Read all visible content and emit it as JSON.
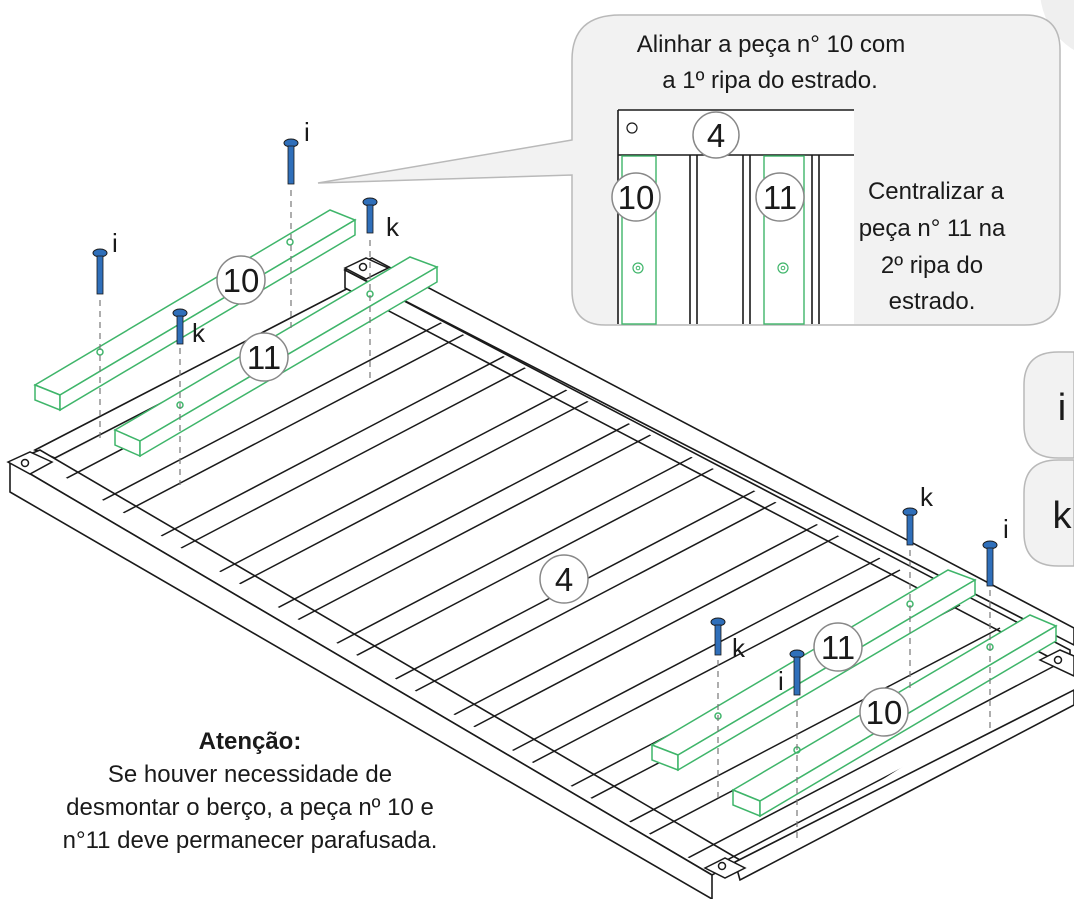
{
  "callout": {
    "text_line1": "Alinhar a peça n° 10 com",
    "text_line2": "a 1º ripa do estrado.",
    "center_line1": "Centralizar a",
    "center_line2": "peça n° 11 na",
    "center_line3": "2º ripa do",
    "center_line4": "estrado.",
    "part_top": "4",
    "part_left": "10",
    "part_right": "11"
  },
  "parts": {
    "base": "4",
    "rail_a_top": "10",
    "rail_b_top": "11",
    "rail_a_bottom": "10",
    "rail_b_bottom": "11"
  },
  "screws": {
    "i": "i",
    "k": "k"
  },
  "legend": {
    "i": "i",
    "k": "k"
  },
  "note": {
    "title": "Atenção:",
    "line1": "Se houver necessidade de",
    "line2": "desmontar o berço, a peça nº 10 e",
    "line3": "n°11 deve permanecer parafusada."
  },
  "colors": {
    "rail_stroke": "#3fb56a",
    "screw_blue": "#2f6fba",
    "callout_fill": "#f2f2f2",
    "callout_stroke": "#b9b9b9"
  }
}
